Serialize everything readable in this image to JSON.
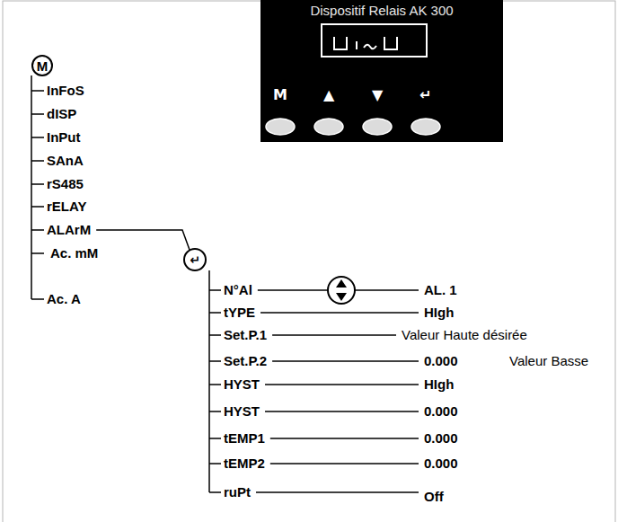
{
  "diagram": {
    "nodes": [
      {
        "text": [
          "M"
        ]
      },
      {
        "text": [
          "↵"
        ]
      },
      {
        "text": [
          "Dispositif Relais AK 300"
        ]
      }
    ],
    "labels": [
      "M",
      "▲",
      "▼",
      "↵",
      "InFoS",
      "dISP",
      "InPut",
      "SAnA",
      "rS485",
      "rELAY",
      "ALArM",
      "Ac. mM",
      "Ac. A",
      "N°Al",
      "AL. 1",
      "tYPE",
      "HIgh",
      "Set.P.1",
      "Valeur Haute désirée",
      "Set.P.2",
      "0.000",
      "Valeur Basse",
      "HYST",
      "HIgh",
      "HYST",
      "0.000",
      "tEMP1",
      "0.000",
      "tEMP2",
      "0.000",
      "ruPt",
      "Off"
    ]
  }
}
